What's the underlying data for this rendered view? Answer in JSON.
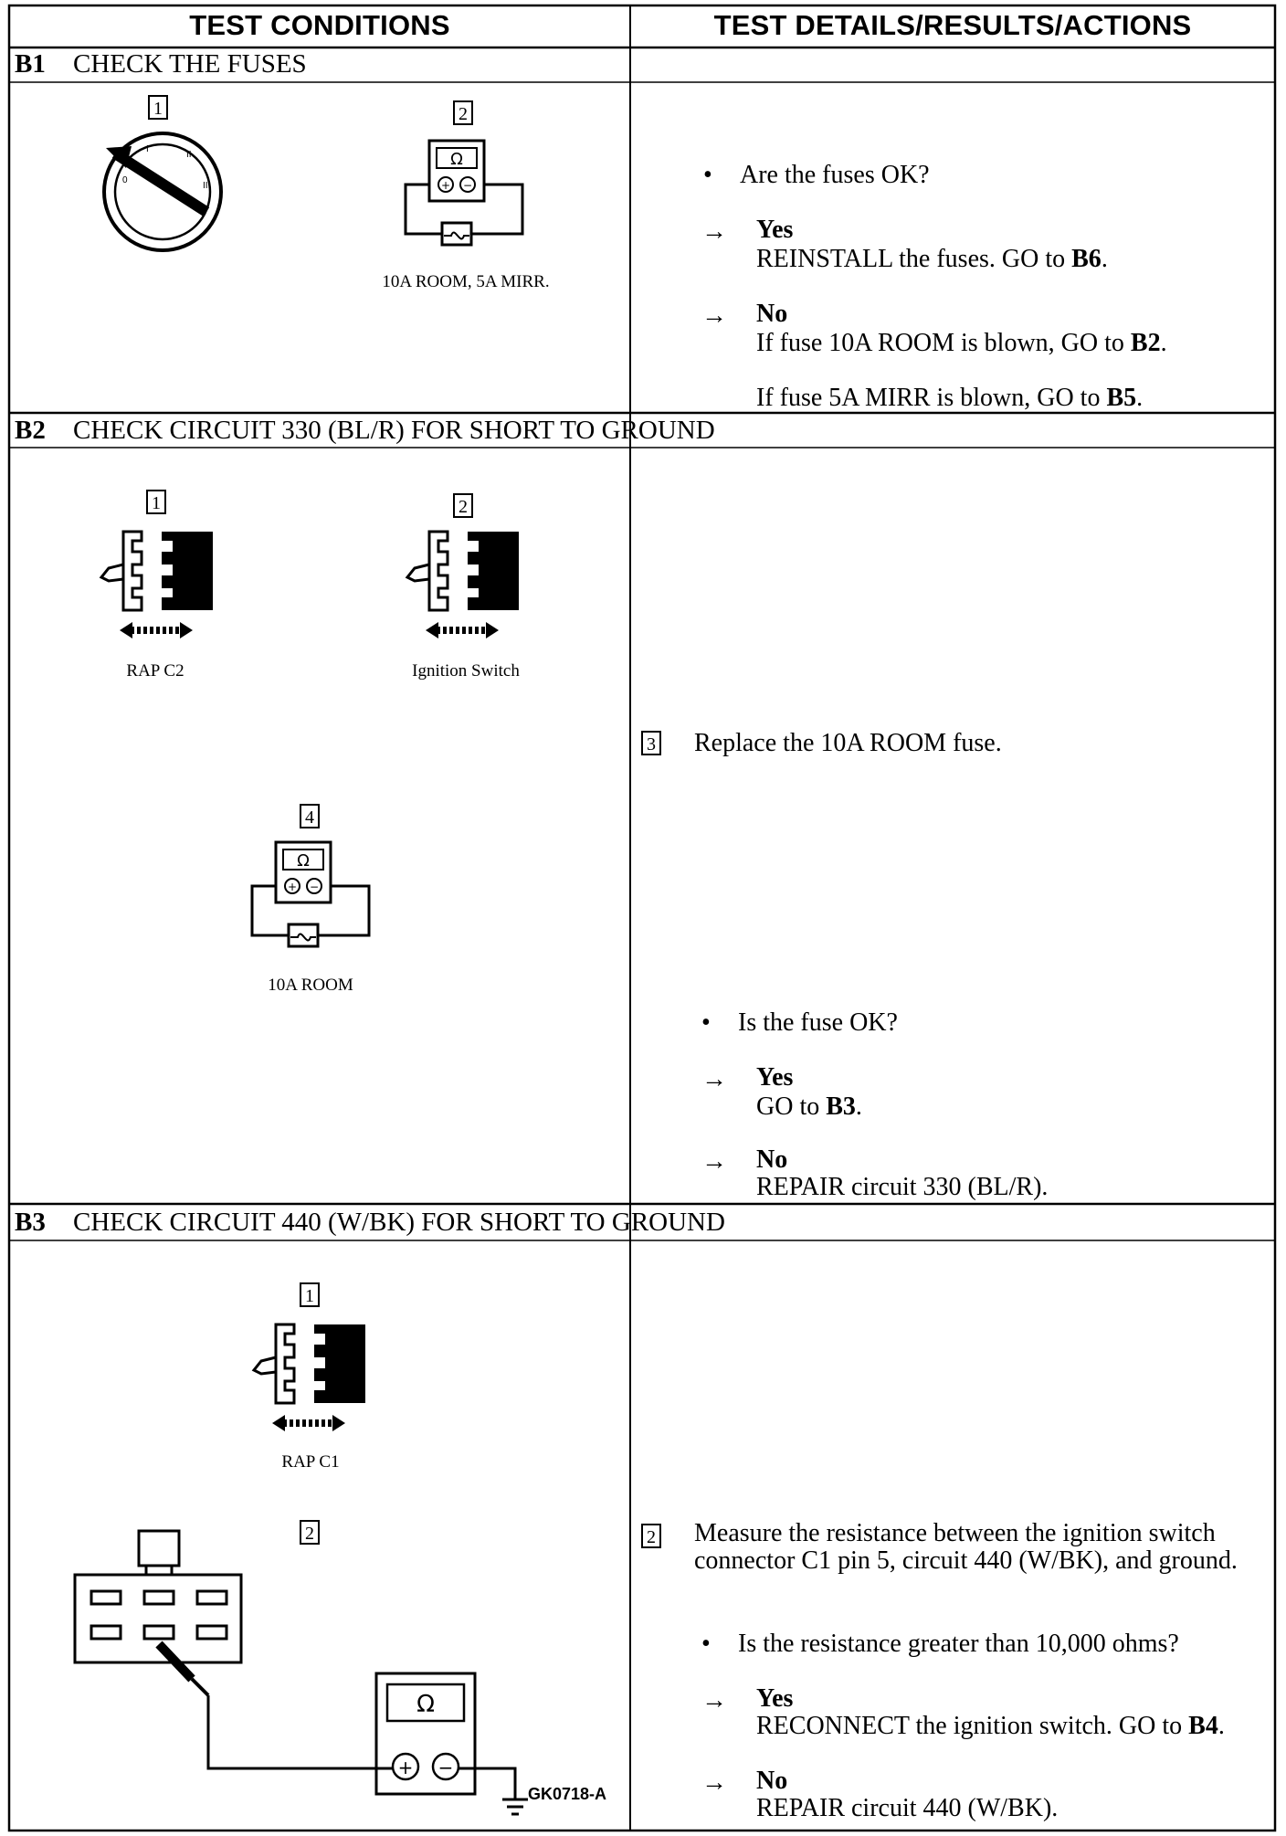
{
  "headers": {
    "conditions": "TEST CONDITIONS",
    "details": "TEST DETAILS/RESULTS/ACTIONS"
  },
  "b1": {
    "id": "B1",
    "title": "CHECK THE FUSES",
    "step1": "1",
    "step2": "2",
    "fuse_caption": "10A ROOM, 5A MIRR.",
    "question": "Are the fuses OK?",
    "yes": "Yes",
    "yes_action_text": "REINSTALL the fuses. GO to ",
    "yes_action_ref": "B6",
    "no": "No",
    "no_action1_text": "If fuse 10A ROOM is blown, GO to ",
    "no_action1_ref": "B2",
    "no_action2_text": "If fuse 5A MIRR is blown, GO to ",
    "no_action2_ref": "B5"
  },
  "b2": {
    "id": "B2",
    "title": "CHECK CIRCUIT 330 (BL/R) FOR SHORT TO GROUND",
    "step1": "1",
    "step2": "2",
    "step3": "3",
    "step4": "4",
    "connector1_caption": "RAP C2",
    "connector2_caption": "Ignition Switch",
    "meter_caption": "10A ROOM",
    "step3_text": "Replace the 10A ROOM fuse.",
    "question": "Is the fuse OK?",
    "yes": "Yes",
    "yes_action_text": "GO to ",
    "yes_action_ref": "B3",
    "no": "No",
    "no_action": "REPAIR circuit 330 (BL/R)."
  },
  "b3": {
    "id": "B3",
    "title": "CHECK CIRCUIT 440 (W/BK) FOR SHORT TO GROUND",
    "step1": "1",
    "step2": "2",
    "connector_caption": "RAP C1",
    "figure_code": "GK0718-A",
    "step2_text": "Measure the resistance between the ignition switch connector C1 pin 5, circuit 440 (W/BK), and ground.",
    "question": "Is the resistance greater than 10,000 ohms?",
    "yes": "Yes",
    "yes_action_text": "RECONNECT the ignition switch. GO to ",
    "yes_action_ref": "B4",
    "no": "No",
    "no_action": "REPAIR circuit 440 (W/BK)."
  },
  "symbols": {
    "arrow": "→",
    "ohm": "Ω",
    "plus": "+",
    "minus": "−"
  }
}
